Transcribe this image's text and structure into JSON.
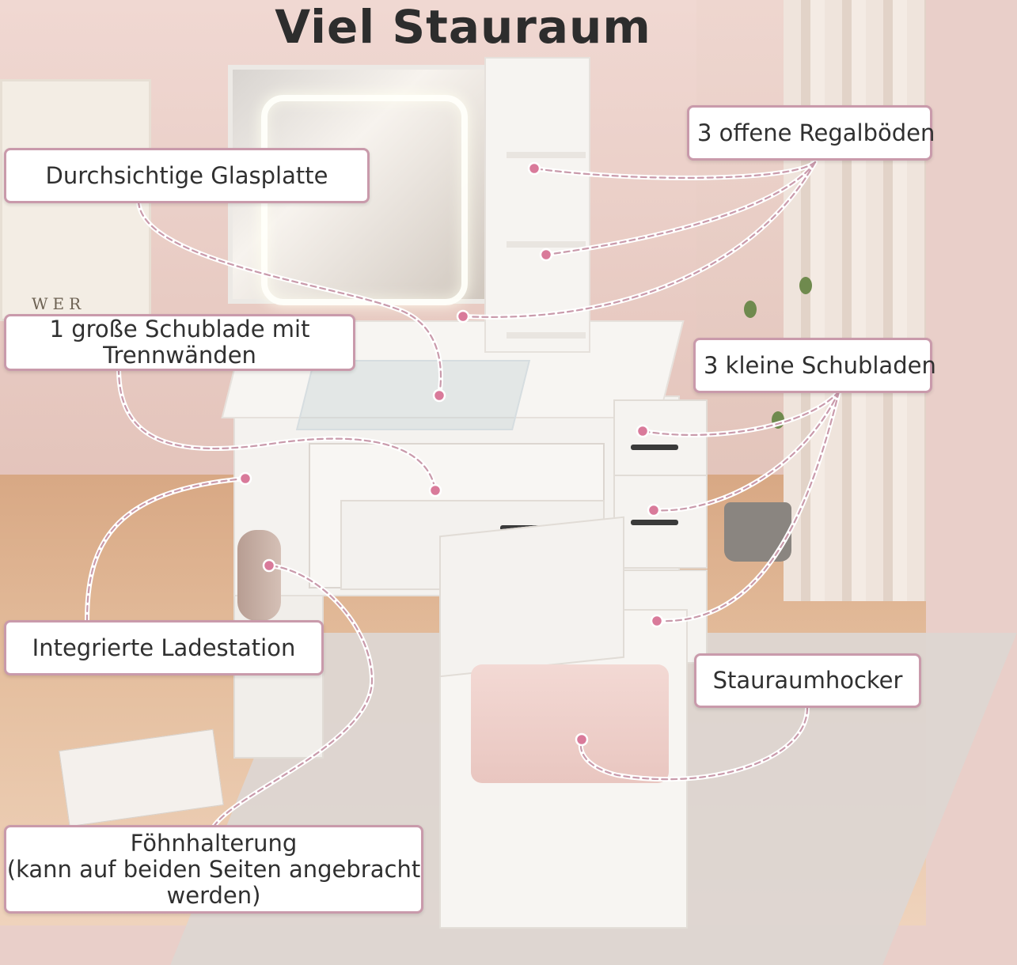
{
  "title": "Viel Stauraum",
  "callouts": {
    "glass_top": "Durchsichtige Glasplatte",
    "big_drawer_line1": "1 große Schublade mit",
    "big_drawer_line2": "Trennwänden",
    "charging": "Integrierte Ladestation",
    "dryer_line1": "Föhnhalterung",
    "dryer_line2": "(kann auf beiden Seiten angebracht",
    "dryer_line3": "werden)",
    "shelves": "3 offene Regalböden",
    "small_drawers": "3 kleine Schubladen",
    "stool": "Stauraumhocker"
  },
  "poster_text": "WER",
  "colors": {
    "accent": "#c99aab",
    "dot": "#d97a9a",
    "title": "#2d2d2d"
  }
}
